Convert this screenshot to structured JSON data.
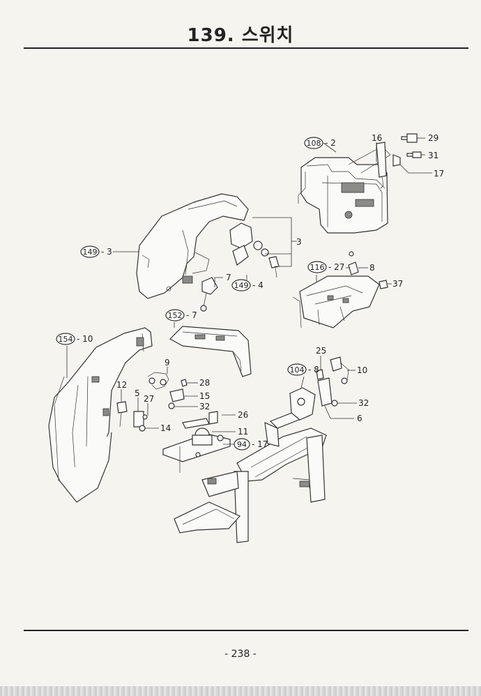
{
  "header": {
    "title": "139. 스위치"
  },
  "footer": {
    "page_number": "- 238 -"
  },
  "callouts": {
    "ref_108_2": {
      "ref": "108",
      "suffix": "- 2"
    },
    "ref_149_3": {
      "ref": "149",
      "suffix": "- 3"
    },
    "ref_149_4": {
      "ref": "149",
      "suffix": "- 4"
    },
    "ref_116_27": {
      "ref": "116",
      "suffix": "- 27"
    },
    "ref_152_7": {
      "ref": "152",
      "suffix": "- 7"
    },
    "ref_154_10": {
      "ref": "154",
      "suffix": "- 10"
    },
    "ref_104_8": {
      "ref": "104",
      "suffix": "- 8"
    },
    "ref_94_17": {
      "ref": "94",
      "suffix": "- 17"
    }
  },
  "part_numbers": {
    "p16": "16",
    "p29": "29",
    "p31": "31",
    "p17": "17",
    "p3": "3",
    "p7": "7",
    "p8": "8",
    "p37": "37",
    "p9": "9",
    "p28": "28",
    "p12": "12",
    "p5": "5",
    "p27": "27",
    "p15": "15",
    "p32a": "32",
    "p14": "14",
    "p26": "26",
    "p11": "11",
    "p25": "25",
    "p10": "10",
    "p32b": "32",
    "p6": "6"
  }
}
